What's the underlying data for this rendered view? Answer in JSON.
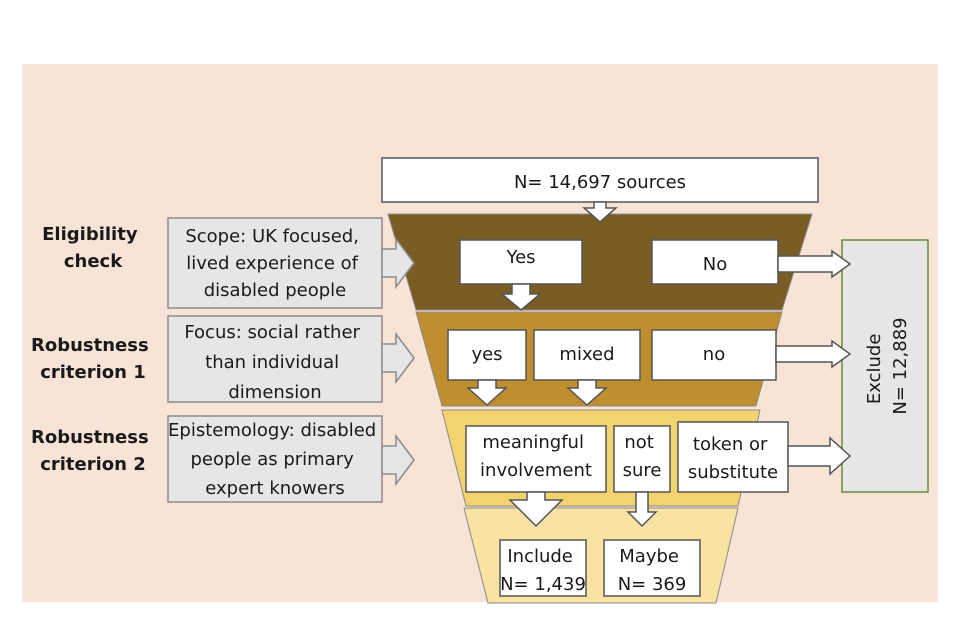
{
  "colors": {
    "background_panel": "#f7e4d6",
    "tier1": "#7a5c25",
    "tier2": "#bf8f2f",
    "tier3": "#f2d36e",
    "tier4": "#f8e3a3",
    "criteria_box": "#e6e6e6",
    "exclude_border": "#6a8a3a"
  },
  "source": {
    "label": "N= 14,697 sources"
  },
  "rows": [
    {
      "label_lines": [
        "Eligibility",
        "check"
      ],
      "criterion_lines": [
        "Scope: UK focused,",
        "lived experience of",
        "disabled people"
      ],
      "options": [
        "Yes",
        "No"
      ]
    },
    {
      "label_lines": [
        "Robustness",
        "criterion 1"
      ],
      "criterion_lines": [
        "Focus: social rather",
        "than individual",
        "dimension"
      ],
      "options": [
        "yes",
        "mixed",
        "no"
      ]
    },
    {
      "label_lines": [
        "Robustness",
        "criterion 2"
      ],
      "criterion_lines": [
        "Epistemology: disabled",
        "people as primary",
        "expert knowers"
      ],
      "options": [
        [
          "meaningful",
          "involvement"
        ],
        [
          "not",
          "sure"
        ],
        [
          "token or",
          "substitute"
        ]
      ]
    }
  ],
  "results": {
    "include": {
      "label": "Include",
      "count": "N= 1,439"
    },
    "maybe": {
      "label": "Maybe",
      "count": "N= 369"
    }
  },
  "exclude": {
    "label": "Exclude",
    "count": "N= 12,889"
  }
}
